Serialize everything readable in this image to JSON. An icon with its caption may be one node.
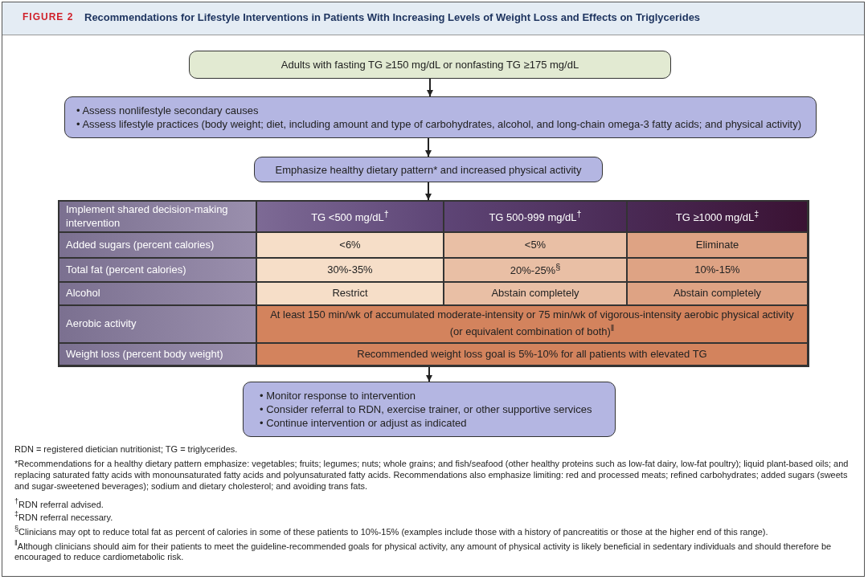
{
  "diagram": {
    "title": "Recommendations for Lifestyle Interventions in Patients With Increasing Levels of Weight Loss and Effects on Triglycerides",
    "nodes": [
      {
        "text": [
          "Adults with fasting TG ≥150 mg/dL or nonfasting TG ≥175 mg/dL"
        ]
      },
      {
        "text": [
          "• Assess nonlifestyle secondary causes",
          "• Assess lifestyle practices (body weight; diet, including amount and type of carbohydrates, alcohol, and long-chain omega-3 fatty acids; and physical activity)"
        ]
      },
      {
        "text": [
          "Emphasize healthy dietary pattern* and increased physical activity"
        ]
      },
      {
        "text": [],
        "shape": "table"
      },
      {
        "text": [
          "• Monitor response to intervention",
          "• Consider referral to RDN, exercise trainer, or other supportive services",
          "• Continue intervention or adjust as indicated"
        ]
      }
    ],
    "edges": [
      {
        "from": 0,
        "to": 1,
        "arrow": "to"
      },
      {
        "from": 1,
        "to": 2,
        "arrow": "to"
      },
      {
        "from": 2,
        "to": 3,
        "arrow": "to"
      },
      {
        "from": 3,
        "to": 4,
        "arrow": "to"
      }
    ],
    "labels": [
      "FIGURE 2",
      "Implement shared decision-making intervention",
      "TG <500 mg/dL$^{†}$",
      "TG 500-999 mg/dL$^{†}$",
      "TG ≥1000 mg/dL$^{‡}$",
      "Added sugars (percent calories)",
      "<6%",
      "<5%",
      "Eliminate",
      "Total fat (percent calories)",
      "30%-35%",
      "20%-25%$^{§}$",
      "10%-15%",
      "Alcohol",
      "Restrict",
      "Abstain completely",
      "Abstain completely",
      "Aerobic activity",
      "At least 150 min/wk of accumulated moderate-intensity or 75 min/wk of vigorous-intensity aerobic physical activity (or equivalent combination of both)$^{‖}$",
      "Weight loss (percent body weight)",
      "Recommended weight loss goal is 5%-10% for all patients with elevated TG",
      "RDN = registered dietician nutritionist; TG = triglycerides.",
      "*Recommendations for a healthy dietary pattern emphasize: vegetables; fruits; legumes; nuts; whole grains; and fish/seafood (other healthy proteins such as low-fat dairy, low-fat poultry); liquid plant-based oils; and replacing saturated fatty acids with monounsaturated fatty acids and polyunsaturated fatty acids. Recommendations also emphasize limiting: red and processed meats; refined carbohydrates; added sugars (sweets and sugar-sweetened beverages); sodium and dietary cholesterol; and avoiding trans fats.",
      "$^{†}$RDN referral advised.",
      "$^{‡}$RDN referral necessary.",
      "$^{§}$Clinicians may opt to reduce total fat as percent of calories in some of these patients to 10%-15% (examples include those with a history of pancreatitis or those at the higher end of this range).",
      "$^{‖}$Although clinicians should aim for their patients to meet the guideline-recommended goals for physical activity, any amount of physical activity is likely beneficial in sedentary individuals and should therefore be encouraged to reduce cardiometabolic risk."
    ]
  }
}
